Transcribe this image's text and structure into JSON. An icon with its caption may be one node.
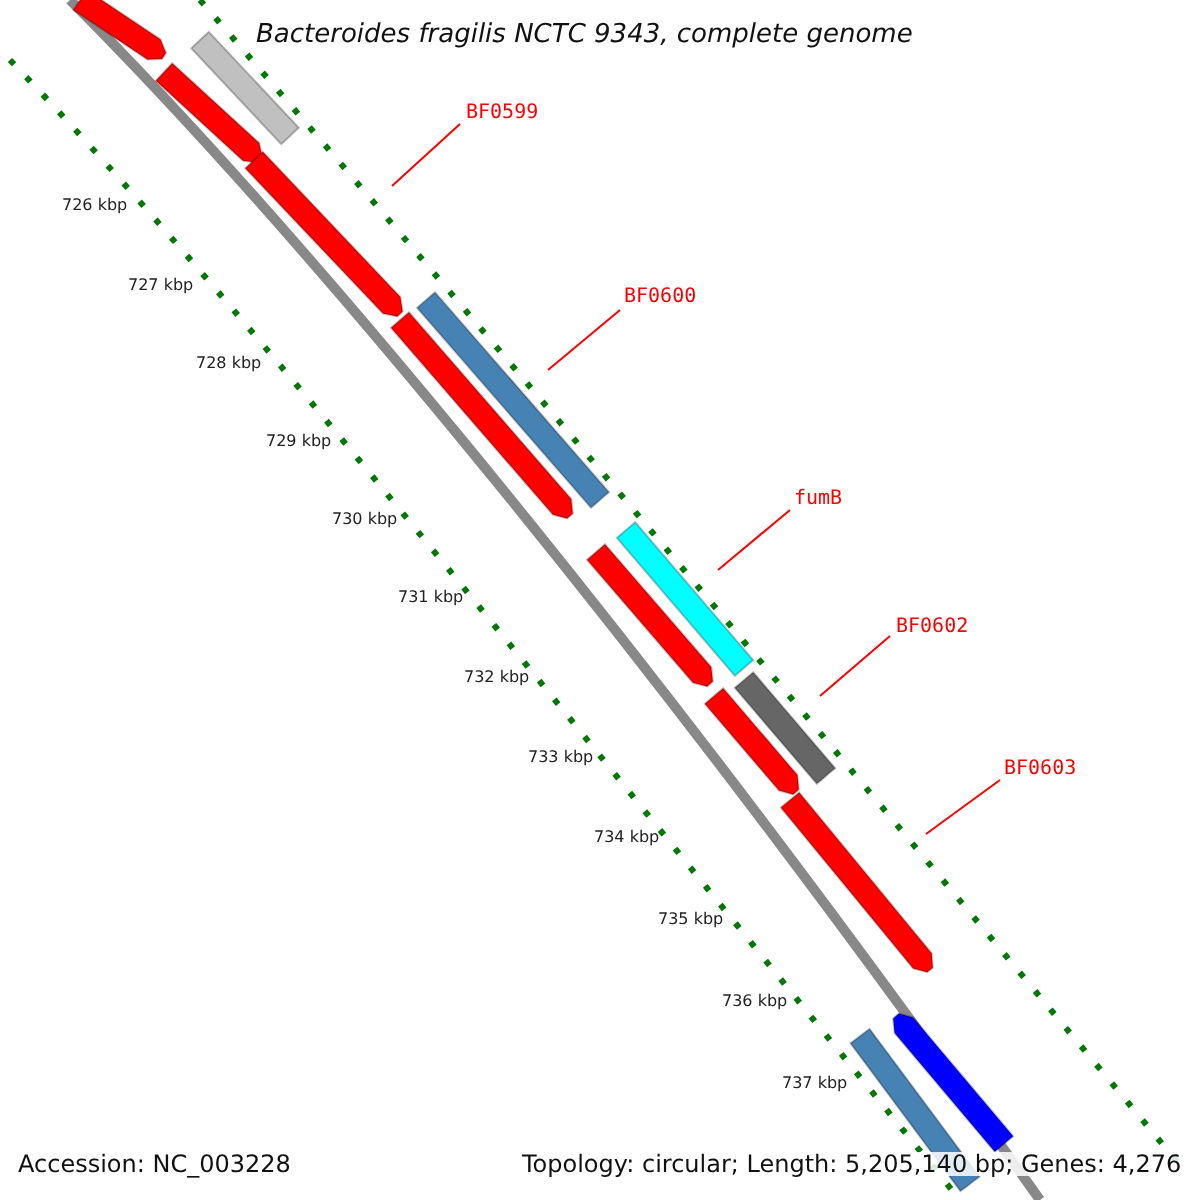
{
  "diagram": {
    "title": "Bacteroides fragilis NCTC 9343, complete genome",
    "nodes": [
      {
        "text": [
          "BF0599"
        ]
      },
      {
        "text": [
          "BF0600"
        ]
      },
      {
        "text": [
          "fumB"
        ]
      },
      {
        "text": [
          "BF0602"
        ]
      },
      {
        "text": [
          "BF0603"
        ]
      }
    ],
    "edges": [
      {
        "from": 0,
        "to": null,
        "arrow": "none"
      },
      {
        "from": 1,
        "to": null,
        "arrow": "none"
      },
      {
        "from": 2,
        "to": null,
        "arrow": "none"
      },
      {
        "from": 3,
        "to": null,
        "arrow": "none"
      },
      {
        "from": 4,
        "to": null,
        "arrow": "none"
      }
    ],
    "labels": [
      "726 kbp",
      "727 kbp",
      "728 kbp",
      "729 kbp",
      "730 kbp",
      "731 kbp",
      "732 kbp",
      "733 kbp",
      "734 kbp",
      "735 kbp",
      "736 kbp",
      "737 kbp",
      "Accession: NC_003228",
      "Topology: circular; Length: 5,205,140 bp; Genes: 4,276"
    ]
  }
}
